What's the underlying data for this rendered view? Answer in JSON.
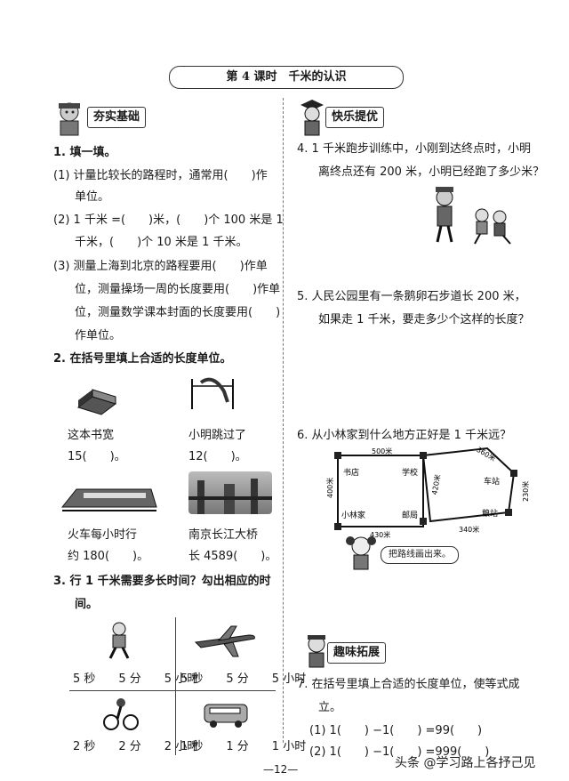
{
  "title": "第 4 课时　千米的认识",
  "page_number": "—12—",
  "watermark": "头条 @学习路上各抒己见",
  "left": {
    "section1_banner": "夯实基础",
    "q1": {
      "head": "1. 填一填。",
      "p1_line1": "(1) 计量比较长的路程时，通常用(　　)作",
      "p1_line2": "单位。",
      "p2_line1": "(2) 1 千米 =(　　)米，(　　)个 100 米是 1",
      "p2_line2": "千米，(　　)个 10 米是 1 千米。",
      "p3_line1": "(3) 测量上海到北京的路程要用(　　)作单",
      "p3_line2": "位，测量操场一周的长度要用(　　)作单",
      "p3_line3": "位，测量数学课本封面的长度要用(　　)",
      "p3_line4": "作单位。"
    },
    "q2": {
      "head": "2. 在括号里填上合适的长度单位。",
      "items": [
        {
          "line1": "这本书宽",
          "line2": "15(　　)。"
        },
        {
          "line1": "小明跳过了",
          "line2": "12(　　)。"
        },
        {
          "line1": "火车每小时行",
          "line2": "约 180(　　)。"
        },
        {
          "line1": "南京长江大桥",
          "line2": "长 4589(　　)。"
        }
      ]
    },
    "q3": {
      "head_line1": "3. 行 1 千米需要多长时间？勾出相应的时",
      "head_line2": "间。",
      "options": [
        "5 秒　　5 分　　5 小时",
        "5 秒　　5 分　　5 小时",
        "2 秒　　2 分　　2 小时",
        "1 秒　　1 分　　1 小时"
      ]
    }
  },
  "right": {
    "section2_banner": "快乐提优",
    "q4": {
      "line1": "4. 1 千米跑步训练中，小刚到达终点时，小明",
      "line2": "离终点还有 200 米，小明已经跑了多少米？"
    },
    "q5": {
      "line1": "5. 人民公园里有一条鹅卵石步道长 200 米，",
      "line2": "如果走 1 千米，要走多少个这样的长度？"
    },
    "q6": {
      "head": "6. 从小林家到什么地方正好是 1 千米远？",
      "map": {
        "places": [
          "书店",
          "学校",
          "小林家",
          "邮局",
          "车站",
          "粮站"
        ],
        "distances": [
          "500米",
          "400米",
          "420米",
          "430米",
          "360米",
          "340米",
          "230米"
        ]
      },
      "bubble": "把路线画出来。"
    },
    "section3_banner": "趣味拓展",
    "q7": {
      "line1": "7. 在括号里填上合适的长度单位，使等式成",
      "line2": "立。",
      "p1": "(1) 1(　　) −1(　　) =99(　　)",
      "p2": "(2) 1(　　) −1(　　) =999(　　)"
    }
  },
  "colors": {
    "text": "#1a1a1a",
    "border": "#333333",
    "background": "#ffffff"
  }
}
